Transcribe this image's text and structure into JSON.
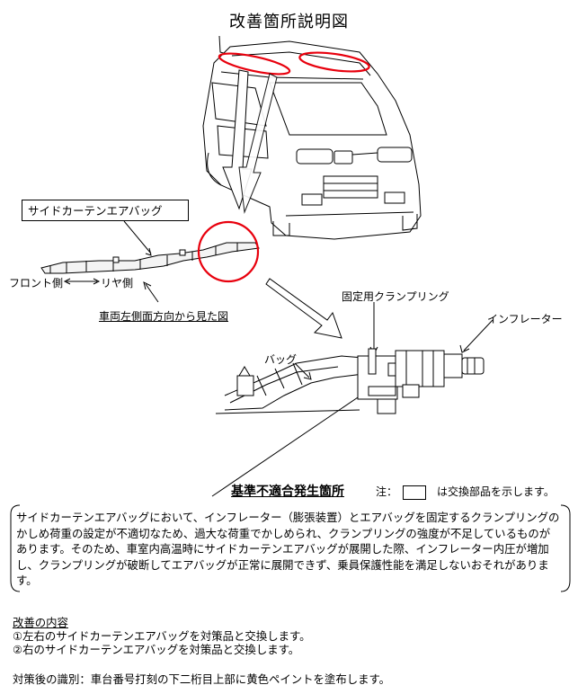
{
  "title": "改善箇所説明図",
  "labels": {
    "side_curtain_airbag": "サイドカーテンエアバッグ",
    "front_side": "フロント側",
    "rear_side": "リヤ側",
    "view_caption": "車両左側面方向から見た図",
    "fixing_clamp_ring": "固定用クランプリング",
    "inflator": "インフレーター",
    "bag": "バッグ",
    "nonconformity": "基準不適合発生箇所",
    "note_prefix": "注：",
    "note_suffix": "は交換部品を示します。"
  },
  "description": "サイドカーテンエアバッグにおいて、インフレーター（膨張装置）とエアバッグを固定するクランプリングのかしめ荷重の設定が不適切なため、過大な荷重でかしめられ、クランプリングの強度が不足しているものがあります。そのため、車室内高温時にサイドカーテンエアバッグが展開した際、インフレーター内圧が増加し、クランプリングが破断してエアバッグが正常に展開できず、乗員保護性能を満足しないおそれがあります。",
  "improvement": {
    "heading": "改善の内容",
    "items": [
      "①左右のサイドカーテンエアバッグを対策品と交換します。",
      "②右のサイドカーテンエアバッグを対策品と交換します。"
    ]
  },
  "identification": "対策後の識別：車台番号打刻の下二桁目上部に黄色ペイントを塗布します。",
  "colors": {
    "highlight": "#e8000d",
    "line": "#000000"
  }
}
